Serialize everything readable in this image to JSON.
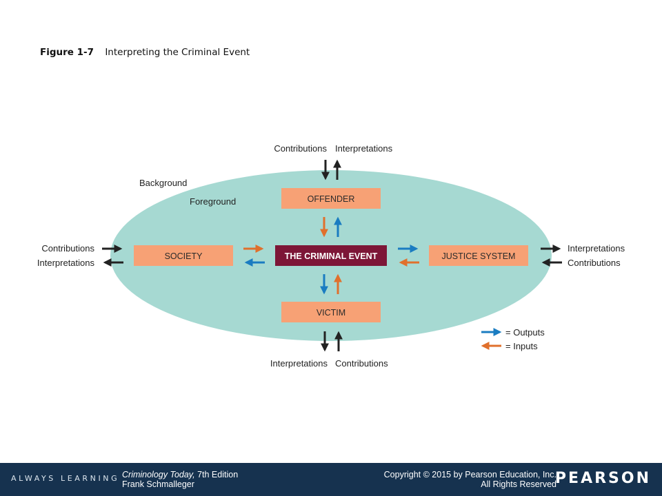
{
  "figure": {
    "number": "Figure 1-7",
    "title": "Interpreting the Criminal Event"
  },
  "diagram": {
    "zones": {
      "background": "Background",
      "foreground": "Foreground"
    },
    "center": "THE CRIMINAL EVENT",
    "nodes": {
      "offender": "OFFENDER",
      "society": "SOCIETY",
      "justice_system": "JUSTICE SYSTEM",
      "victim": "VICTIM"
    },
    "flows": {
      "top": [
        "Contributions",
        "Interpretations"
      ],
      "bottom": [
        "Interpretations",
        "Contributions"
      ],
      "left": [
        "Contributions",
        "Interpretations"
      ],
      "right": [
        "Interpretations",
        "Contributions"
      ]
    },
    "legend": [
      {
        "label": "= Outputs",
        "color": "#1a7cc1"
      },
      {
        "label": "= Inputs",
        "color": "#e0702c"
      }
    ],
    "colors": {
      "ellipse": "#a6d9d2",
      "node_box": "#f7a175",
      "center_box": "#7d1637",
      "output": "#1a7cc1",
      "input": "#e0702c",
      "external": "#222222"
    }
  },
  "footer": {
    "tagline": "ALWAYS LEARNING",
    "book_title": "Criminology Today,",
    "book_edition": " 7th Edition",
    "author": "Frank Schmalleger",
    "copyright": "Copyright © 2015 by Pearson Education, Inc.",
    "rights": "All Rights Reserved",
    "publisher": "PEARSON",
    "colors": {
      "bar": "#16324f"
    }
  }
}
